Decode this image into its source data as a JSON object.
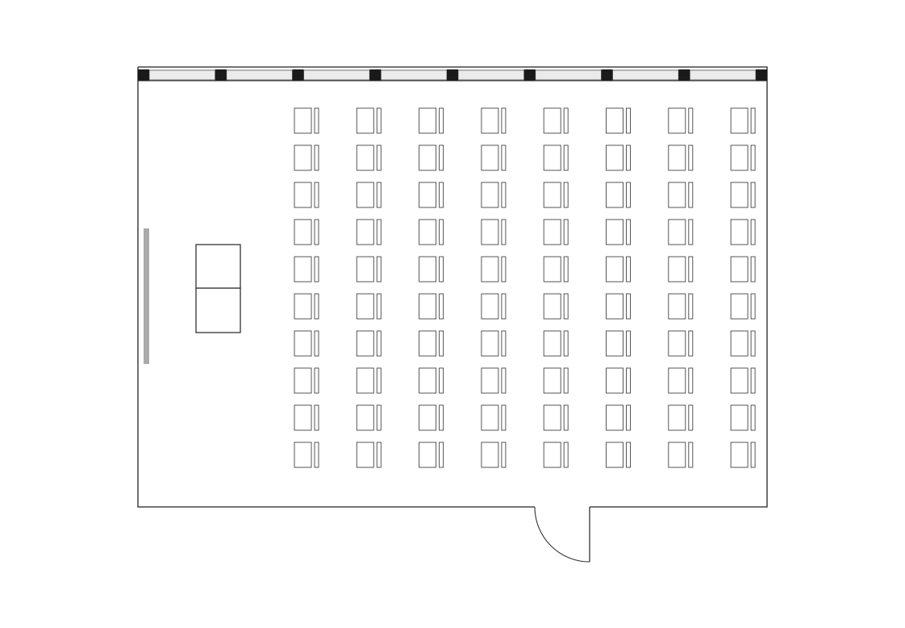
{
  "floor_plan": {
    "room": "classroom",
    "windows": {
      "count": 8
    },
    "seating": {
      "rows": 10,
      "columns": 8,
      "chair_style": "seat-with-back"
    },
    "teacher_desk": {
      "sections": 2
    },
    "whiteboard": {
      "present": true
    },
    "door": {
      "swing": "inward-out",
      "present": true
    }
  },
  "colors": {
    "wall": "#222222",
    "window_glass": "#ebebeb",
    "pillar": "#1a1a1a",
    "whiteboard": "#aaaaaa",
    "furniture_stroke": "#333333",
    "background": "#ffffff"
  }
}
